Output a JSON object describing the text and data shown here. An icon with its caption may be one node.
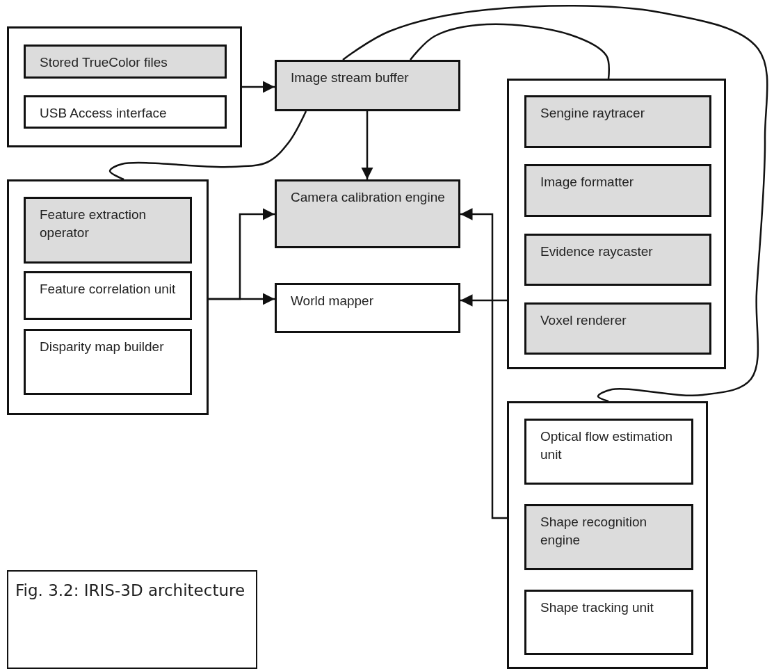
{
  "diagram": {
    "caption": "Fig. 3.2: IRIS-3D architecture",
    "nodes": [
      {
        "text": [],
        "shape": "box"
      },
      {
        "text": [
          "Stored TrueColor files"
        ],
        "in": 0
      },
      {
        "text": [
          "USB Access interface"
        ],
        "in": 0
      },
      {
        "text": [
          "Image stream buffer"
        ]
      },
      {
        "text": [],
        "shape": "box"
      },
      {
        "text": [
          "Feature extraction operator"
        ],
        "in": 4
      },
      {
        "text": [
          "Feature correlation unit"
        ],
        "in": 4
      },
      {
        "text": [
          "Disparity map builder"
        ],
        "in": 4
      },
      {
        "text": [
          "Camera calibration engine"
        ]
      },
      {
        "text": [
          "World mapper"
        ]
      },
      {
        "text": [],
        "shape": "box"
      },
      {
        "text": [
          "Sengine raytracer"
        ],
        "in": 10
      },
      {
        "text": [
          "Image formatter"
        ],
        "in": 10
      },
      {
        "text": [
          "Evidence raycaster"
        ],
        "in": 10
      },
      {
        "text": [
          "Voxel renderer"
        ],
        "in": 10
      },
      {
        "text": [],
        "shape": "box"
      },
      {
        "text": [
          "Optical flow estimation unit"
        ],
        "in": 15
      },
      {
        "text": [
          "Shape recognition engine"
        ],
        "in": 15
      },
      {
        "text": [
          "Shape tracking unit"
        ],
        "in": 15
      }
    ],
    "edges": [
      {
        "from": 0,
        "to": 3,
        "arrow": "to"
      },
      {
        "from": 3,
        "to": 8,
        "arrow": "to"
      },
      {
        "from": 4,
        "to": 8,
        "arrow": "to"
      },
      {
        "from": 4,
        "to": 9,
        "arrow": "to"
      },
      {
        "from": 10,
        "to": 9,
        "arrow": "to"
      },
      {
        "from": 17,
        "to": 8,
        "arrow": "to"
      },
      {
        "from": 3,
        "to": 4,
        "arrow": "none"
      },
      {
        "from": 3,
        "to": 15,
        "arrow": "none"
      },
      {
        "from": 3,
        "to": 10,
        "arrow": "none"
      }
    ]
  }
}
